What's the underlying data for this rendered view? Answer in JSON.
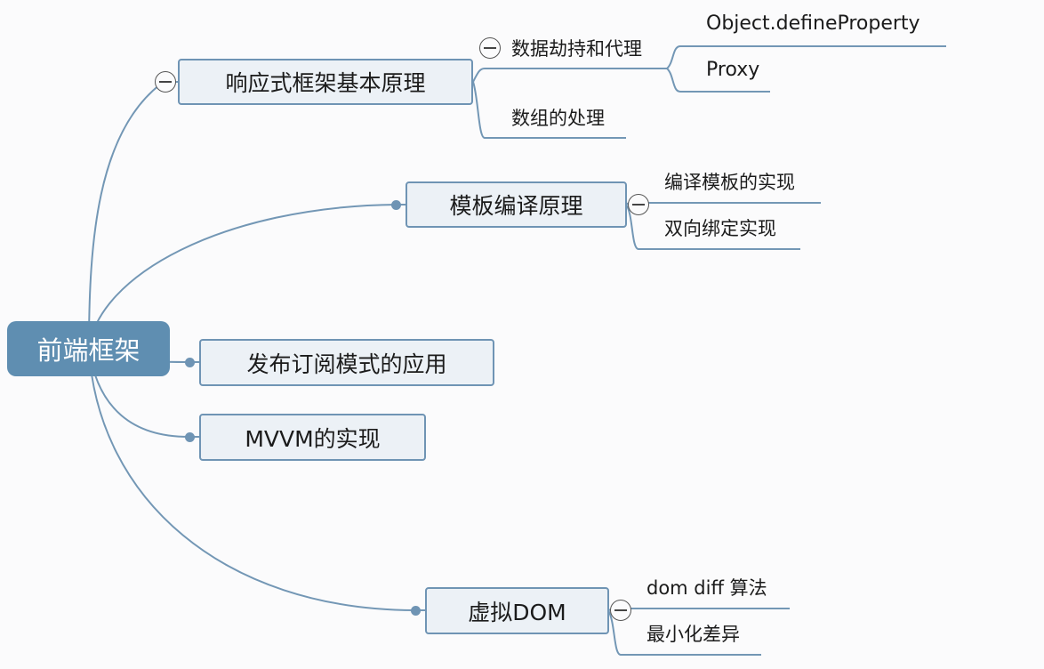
{
  "root": {
    "label": "前端框架"
  },
  "branches": [
    {
      "label": "响应式框架基本原理",
      "children": [
        {
          "label": "数据劫持和代理",
          "children": [
            "Object.defineProperty",
            "Proxy"
          ]
        },
        {
          "label": "数组的处理"
        }
      ]
    },
    {
      "label": "模板编译原理",
      "children": [
        "编译模板的实现",
        "双向绑定实现"
      ]
    },
    {
      "label": "发布订阅模式的应用"
    },
    {
      "label": "MVVM的实现"
    },
    {
      "label": "虚拟DOM",
      "children": [
        "dom diff 算法",
        "最小化差异"
      ]
    }
  ],
  "colors": {
    "root_fill": "#5f8eb1",
    "node_fill": "#ecf1f6",
    "line": "#7397b5",
    "background": "#fbfbfc"
  }
}
